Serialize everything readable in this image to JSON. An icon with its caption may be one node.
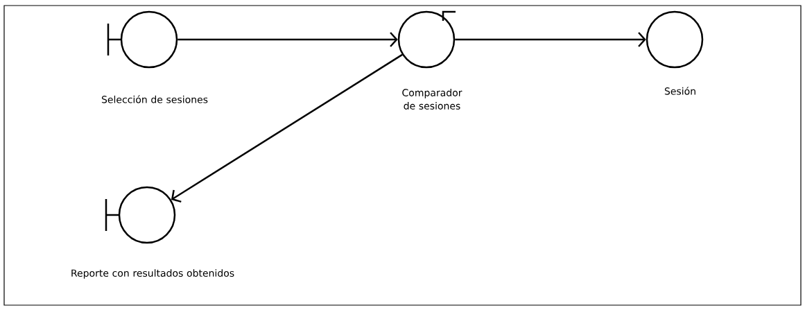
{
  "diagram": {
    "nodes": [
      {
        "text": [
          "Selección de sesiones"
        ]
      },
      {
        "text": [
          "Comparador de sesiones"
        ]
      },
      {
        "text": [
          "Sesión"
        ]
      },
      {
        "text": [
          "Reporte con resultados obtenidos"
        ]
      }
    ],
    "edges": [
      {
        "from": 0,
        "to": 1,
        "arrow": "to"
      },
      {
        "from": 1,
        "to": 2,
        "arrow": "to"
      },
      {
        "from": 1,
        "to": 3,
        "arrow": "to"
      }
    ]
  }
}
